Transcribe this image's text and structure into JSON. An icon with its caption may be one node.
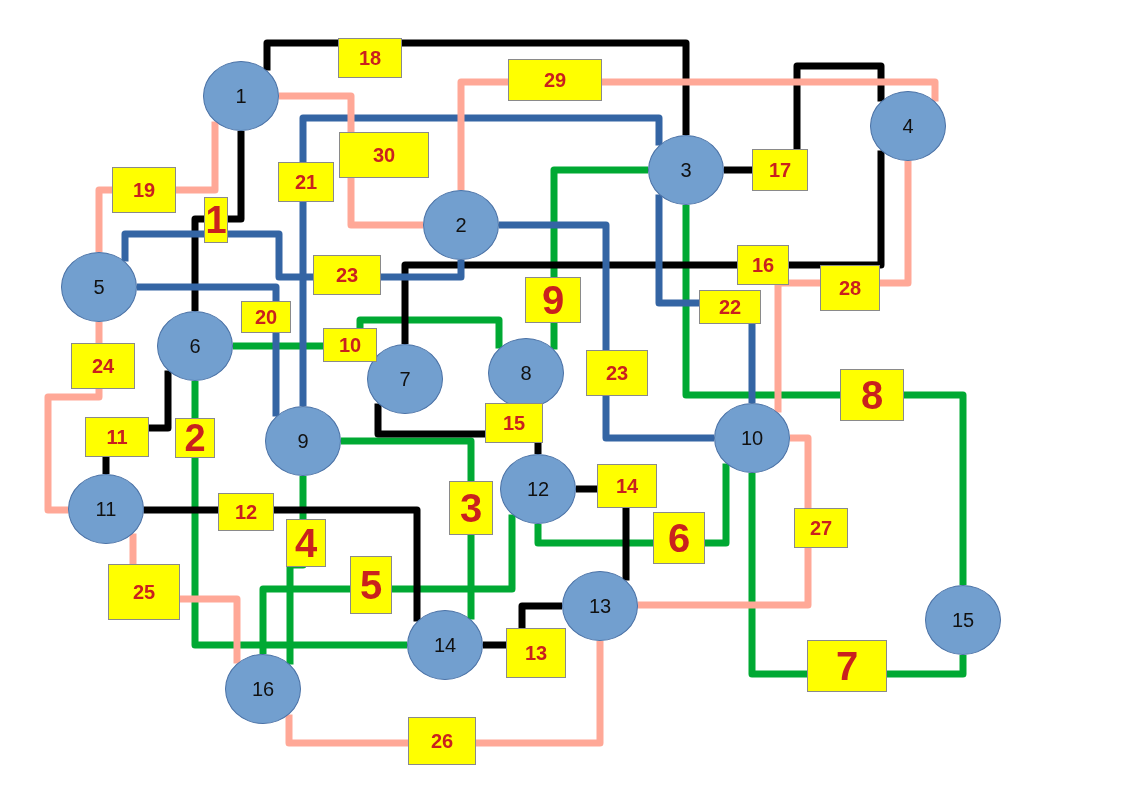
{
  "diagram": {
    "nodes": [
      {
        "text": [
          "1"
        ]
      },
      {
        "text": [
          "2"
        ]
      },
      {
        "text": [
          "3"
        ]
      },
      {
        "text": [
          "4"
        ]
      },
      {
        "text": [
          "5"
        ]
      },
      {
        "text": [
          "6"
        ]
      },
      {
        "text": [
          "7"
        ]
      },
      {
        "text": [
          "8"
        ]
      },
      {
        "text": [
          "9"
        ]
      },
      {
        "text": [
          "10"
        ]
      },
      {
        "text": [
          "11"
        ]
      },
      {
        "text": [
          "12"
        ]
      },
      {
        "text": [
          "13"
        ]
      },
      {
        "text": [
          "14"
        ]
      },
      {
        "text": [
          "15"
        ]
      },
      {
        "text": [
          "16"
        ]
      }
    ],
    "edges": [
      {
        "from": 0,
        "to": 5,
        "arrow": "none",
        "label": "1",
        "color": "#000000"
      },
      {
        "from": 5,
        "to": 13,
        "arrow": "none",
        "label": "2",
        "color": "#00a933"
      },
      {
        "from": 8,
        "to": 13,
        "arrow": "none",
        "label": "3",
        "color": "#00a933"
      },
      {
        "from": 8,
        "to": 15,
        "arrow": "none",
        "label": "4",
        "color": "#00a933"
      },
      {
        "from": 11,
        "to": 15,
        "arrow": "none",
        "label": "5",
        "color": "#00a933"
      },
      {
        "from": 11,
        "to": 9,
        "arrow": "none",
        "label": "6",
        "color": "#00a933"
      },
      {
        "from": 9,
        "to": 14,
        "arrow": "none",
        "label": "7",
        "color": "#00a933"
      },
      {
        "from": 2,
        "to": 14,
        "arrow": "none",
        "label": "8",
        "color": "#00a933"
      },
      {
        "from": 2,
        "to": 7,
        "arrow": "none",
        "label": "9",
        "color": "#00a933"
      },
      {
        "from": 5,
        "to": 7,
        "arrow": "none",
        "label": "10",
        "color": "#00a933"
      },
      {
        "from": 5,
        "to": 10,
        "arrow": "none",
        "label": "11",
        "color": "#000000"
      },
      {
        "from": 10,
        "to": 13,
        "arrow": "none",
        "label": "12",
        "color": "#000000"
      },
      {
        "from": 13,
        "to": 12,
        "arrow": "none",
        "label": "13",
        "color": "#000000"
      },
      {
        "from": 11,
        "to": 12,
        "arrow": "none",
        "label": "14",
        "color": "#000000"
      },
      {
        "from": 6,
        "to": 11,
        "arrow": "none",
        "label": "15",
        "color": "#000000"
      },
      {
        "from": 3,
        "to": 6,
        "arrow": "none",
        "label": "16",
        "color": "#000000"
      },
      {
        "from": 2,
        "to": 3,
        "arrow": "none",
        "label": "17",
        "color": "#000000"
      },
      {
        "from": 0,
        "to": 2,
        "arrow": "none",
        "label": "18",
        "color": "#000000"
      },
      {
        "from": 0,
        "to": 4,
        "arrow": "none",
        "label": "19",
        "color": "#ffa897"
      },
      {
        "from": 4,
        "to": 8,
        "arrow": "none",
        "label": "20",
        "color": "#3465a4"
      },
      {
        "from": 8,
        "to": 2,
        "arrow": "none",
        "label": "21",
        "color": "#3465a4"
      },
      {
        "from": 2,
        "to": 9,
        "arrow": "none",
        "label": "22",
        "color": "#3465a4"
      },
      {
        "from": 4,
        "to": 1,
        "arrow": "none",
        "label": "23",
        "color": "#3465a4"
      },
      {
        "from": 1,
        "to": 9,
        "arrow": "none",
        "label": "23",
        "color": "#3465a4"
      },
      {
        "from": 4,
        "to": 10,
        "arrow": "none",
        "label": "24",
        "color": "#ffa897"
      },
      {
        "from": 10,
        "to": 15,
        "arrow": "none",
        "label": "25",
        "color": "#ffa897"
      },
      {
        "from": 15,
        "to": 12,
        "arrow": "none",
        "label": "26",
        "color": "#ffa897"
      },
      {
        "from": 9,
        "to": 12,
        "arrow": "none",
        "label": "27",
        "color": "#ffa897"
      },
      {
        "from": 3,
        "to": 9,
        "arrow": "none",
        "label": "28",
        "color": "#ffa897"
      },
      {
        "from": 1,
        "to": 3,
        "arrow": "none",
        "label": "29",
        "color": "#ffa897"
      },
      {
        "from": 0,
        "to": 1,
        "arrow": "none",
        "label": "30",
        "color": "#ffa897"
      }
    ]
  }
}
